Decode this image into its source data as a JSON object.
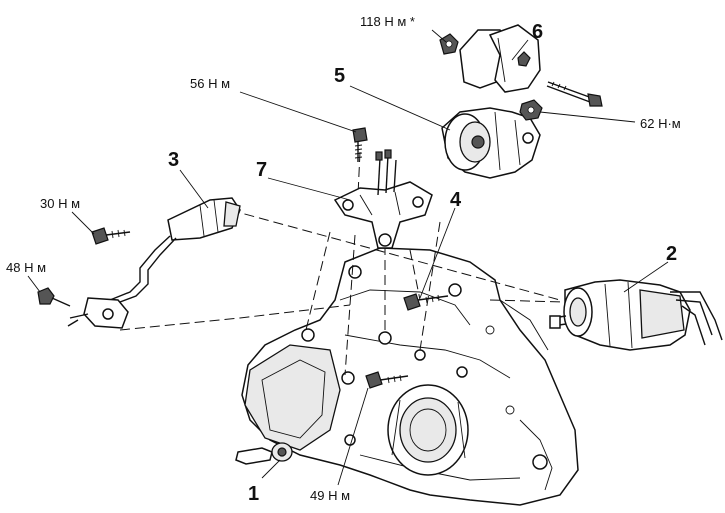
{
  "callouts": {
    "c1": "1",
    "c2": "2",
    "c3": "3",
    "c4": "4",
    "c5": "5",
    "c6": "6",
    "c7": "7"
  },
  "torques": {
    "t118": "118 Н м *",
    "t56": "56 Н м",
    "t62": "62 Н·м",
    "t30": "30 Н м",
    "t48": "48 Н м",
    "t49": "49 Н м"
  }
}
